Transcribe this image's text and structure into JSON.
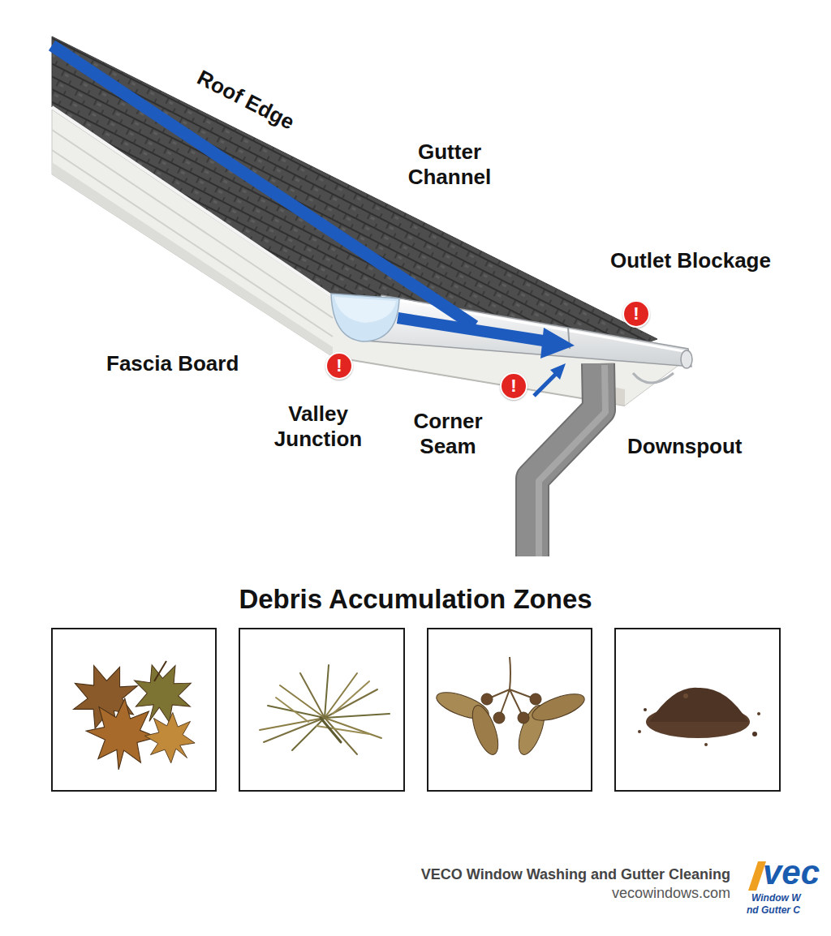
{
  "diagram": {
    "title": "Debris Accumulation Zones",
    "nodes": [
      {
        "text": [
          "!"
        ]
      },
      {
        "text": [
          "!"
        ]
      },
      {
        "text": [
          "!"
        ]
      }
    ],
    "labels": [
      "Roof Edge",
      "Gutter Channel",
      "Outlet Blockage",
      "Fascia Board",
      "Valley Junction",
      "Corner Seam",
      "Downspout",
      "VECO Window Washing and Gutter Cleaning",
      "vecowindows.com",
      "vec",
      "Window W",
      "nd Gutter C"
    ]
  }
}
